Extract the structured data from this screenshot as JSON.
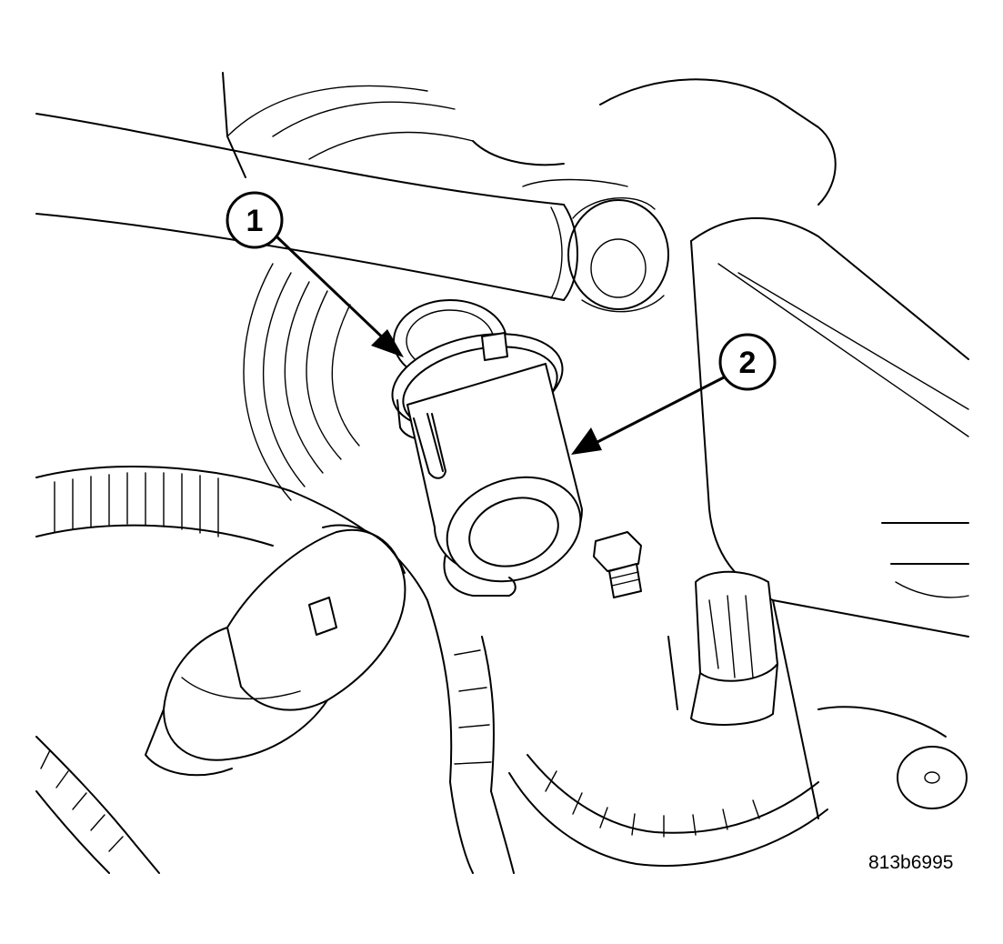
{
  "figure": {
    "id_label": "813b6995"
  },
  "callouts": [
    {
      "label": "1"
    },
    {
      "label": "2"
    }
  ]
}
